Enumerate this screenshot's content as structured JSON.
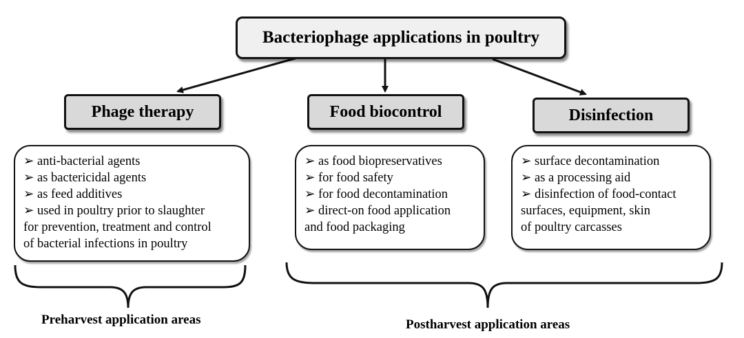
{
  "root": {
    "title": "Bacteriophage applications in poultry"
  },
  "categories": [
    {
      "title": "Phage therapy",
      "items": [
        {
          "bullet": "➢",
          "text": "anti-bacterial agents"
        },
        {
          "bullet": "➢",
          "text": "as bactericidal agents"
        },
        {
          "bullet": "➢",
          "text": "as feed additives"
        },
        {
          "bullet": "➢",
          "text": "used in poultry prior to slaughter"
        },
        {
          "bullet": "",
          "text": "for prevention, treatment and control"
        },
        {
          "bullet": "",
          "text": "of bacterial infections in poultry"
        }
      ]
    },
    {
      "title": "Food biocontrol",
      "items": [
        {
          "bullet": "➢",
          "text": "as food biopreservatives"
        },
        {
          "bullet": "➢",
          "text": "for food safety"
        },
        {
          "bullet": "➢",
          "text": "for food decontamination"
        },
        {
          "bullet": "➢",
          "text": "direct-on food application"
        },
        {
          "bullet": "",
          "text": "and food packaging"
        }
      ]
    },
    {
      "title": "Disinfection",
      "items": [
        {
          "bullet": "➢",
          "text": "surface decontamination"
        },
        {
          "bullet": "➢",
          "text": "as a processing aid"
        },
        {
          "bullet": "➢",
          "text": "disinfection of food-contact"
        },
        {
          "bullet": "",
          "text": "surfaces, equipment, skin"
        },
        {
          "bullet": "",
          "text": "of poultry carcasses"
        }
      ]
    }
  ],
  "areas": {
    "preharvest": "Preharvest application areas",
    "postharvest": "Postharvest application areas"
  }
}
